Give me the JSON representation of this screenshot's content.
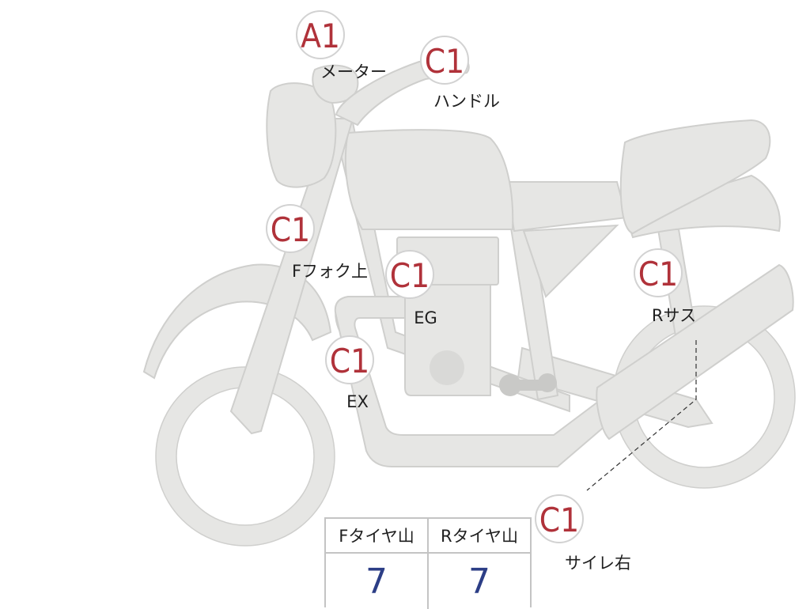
{
  "colors": {
    "body_fill": "#e6e6e4",
    "body_stroke": "#cfcfcd",
    "badge_border": "#d2d2d2",
    "grade_text": "#b0323a",
    "label_text": "#1f1f1f",
    "tread_value": "#2c3e86"
  },
  "inspection_points": [
    {
      "grade": "A1",
      "label": "メーター"
    },
    {
      "grade": "C1",
      "label": "ハンドル"
    },
    {
      "grade": "C1",
      "label": "Fフォク上"
    },
    {
      "grade": "C1",
      "label": "EG"
    },
    {
      "grade": "C1",
      "label": "EX"
    },
    {
      "grade": "C1",
      "label": "Rサス"
    },
    {
      "grade": "C1",
      "label": "サイレ右"
    }
  ],
  "tread_table": {
    "headers": [
      "Fタイヤ山",
      "Rタイヤ山"
    ],
    "values": [
      "7",
      "7"
    ]
  }
}
